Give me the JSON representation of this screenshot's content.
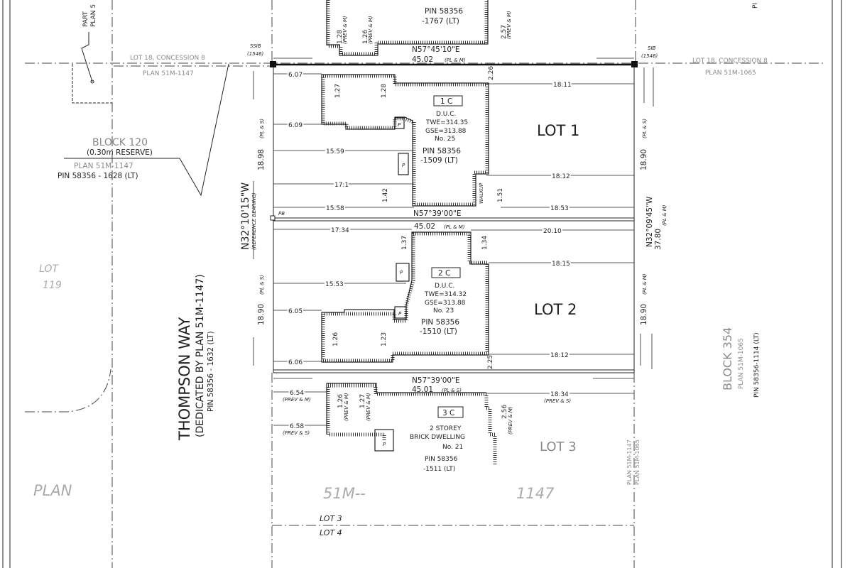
{
  "plan": {
    "top": {
      "part_plan": [
        "PART",
        "PLAN 5"
      ],
      "concession_left": "LOT 18, CONCESSION 8",
      "plan_left": "PLAN 51M-1147",
      "concession_right": "LOT 18, CONCESSION 8",
      "plan_right": "PLAN 51M-1065",
      "ssib": "SSIB",
      "ssib_num": "(1546)",
      "sib": "SIB",
      "sib_num": "(1546)",
      "north_bearing": "N57°45'10\"E",
      "north_distance": "45.02",
      "north_distance_note": "(PL & M)",
      "top_pin": [
        "PIN 58356",
        "-1767 (LT)"
      ],
      "top_dims": [
        {
          "value": "1.28",
          "note": "(PREV & M)"
        },
        {
          "value": "1.26",
          "note": "(PREV & M)"
        },
        {
          "value": "2.57",
          "note": "(PREV & M)"
        }
      ]
    },
    "block120": {
      "title": "BLOCK 120",
      "subtitle": "(0.30m RESERVE)",
      "plan": "PLAN 51M-1147",
      "pin": "PIN 58356 - 1628 (LT)"
    },
    "lot119": [
      "LOT",
      "119"
    ],
    "plan_word": "PLAN",
    "street": {
      "name": "THOMPSON WAY",
      "dedicated": "(DEDICATED BY PLAN 51M-1147)",
      "pin": "PIN 58356 - 1632 (LT)"
    },
    "west_bearing": {
      "bearing": "N32°10'15\"W",
      "note": "(REFERENCE BEARING)",
      "pb": "PB"
    },
    "east_bearing": {
      "bearing": "N32°09'45\"W",
      "distance": "37.80",
      "note": "(PL & M)"
    },
    "lot1": {
      "label": "LOT 1",
      "building_id": "1 C",
      "desc": [
        "D.U.C.",
        "TWE=314.35",
        "GSE=313.88",
        "No. 25"
      ],
      "pin": [
        "PIN 58356",
        "-1509 (LT)"
      ],
      "west_side": {
        "value": "18.98",
        "note": "(PL & S)"
      },
      "east_side": {
        "value": "18.90",
        "note": "(PL & S)"
      },
      "dims": [
        "6.07",
        "6.09",
        "15.59",
        "17.1",
        "15.58",
        "1.27",
        "1.28",
        "2.26",
        "18.11",
        "18.12",
        "18.53",
        "1.42",
        "1.51"
      ],
      "walkup": "WALKUP",
      "porch": "P"
    },
    "divider": {
      "bearing": "N57°39'00\"E",
      "distance": "45.02",
      "note": "(PL & M)"
    },
    "lot2": {
      "label": "LOT 2",
      "building_id": "2 C",
      "desc": [
        "D.U.C.",
        "TWE=314.32",
        "GSE=313.88",
        "No. 23"
      ],
      "pin": [
        "PIN 58356",
        "-1510 (LT)"
      ],
      "west_side": {
        "value": "18.90",
        "note": "(PL & S)"
      },
      "east_side": {
        "value": "18.90",
        "note": "(PL & M)"
      },
      "dims": [
        "17.34",
        "20.10",
        "1.37",
        "1.34",
        "18.15",
        "15.53",
        "6.05",
        "6.06",
        "1.26",
        "1.23",
        "18.12",
        "2.25"
      ],
      "porch": "P"
    },
    "south": {
      "bearing": "N57°39'00\"E",
      "distance": "45.01",
      "note": "(PL & S)"
    },
    "lot3": {
      "label": "LOT 3",
      "building_id": "3 C",
      "desc": [
        "2 STOREY",
        "BRICK DWELLING",
        "No. 21"
      ],
      "pin": [
        "PIN 58356",
        "-1511 (LT)"
      ],
      "dims": [
        {
          "value": "6.54",
          "note": "(PREV & M)"
        },
        {
          "value": "6.58",
          "note": "(PREV & S)"
        },
        {
          "value": "1.26",
          "note": "(PREV & M)"
        },
        {
          "value": "1.27",
          "note": "(PREV & M)"
        },
        {
          "value": "2.56",
          "note": "(PREV & M)"
        },
        {
          "value": "18.34",
          "note": "(PREV & S)"
        }
      ],
      "porch": "P"
    },
    "plan_number": [
      "51M--",
      "1147"
    ],
    "lot_line": {
      "above": "LOT 3",
      "below": "LOT 4"
    },
    "east_plans": [
      "PLAN 51M-1147",
      "PLAN 51M-1065"
    ],
    "block354": {
      "title": "BLOCK 354",
      "plan": "PLAN 51M-1065",
      "pin": "PIN 58356-1114 (LT)"
    },
    "top_right_fragment": "PI"
  }
}
